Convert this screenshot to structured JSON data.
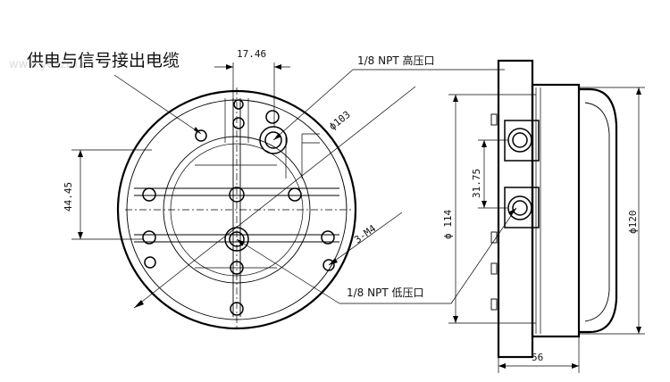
{
  "watermark": "www.yeszm.cn",
  "front_view": {
    "cable_label": "供电与信号接出电缆",
    "dim_top_width": "17.46",
    "dim_left_height": "44.45",
    "dim_diameter": "ϕ103",
    "screw_label": "3-M4"
  },
  "side_view": {
    "high_port_label": "1/8 NPT 高压口",
    "low_port_label": "1/8 NPT 低压口",
    "dim_port_spacing": "31.75",
    "dim_inner_diameter": "ϕ 114",
    "dim_outer_diameter": "ϕ120",
    "dim_depth": "56"
  }
}
